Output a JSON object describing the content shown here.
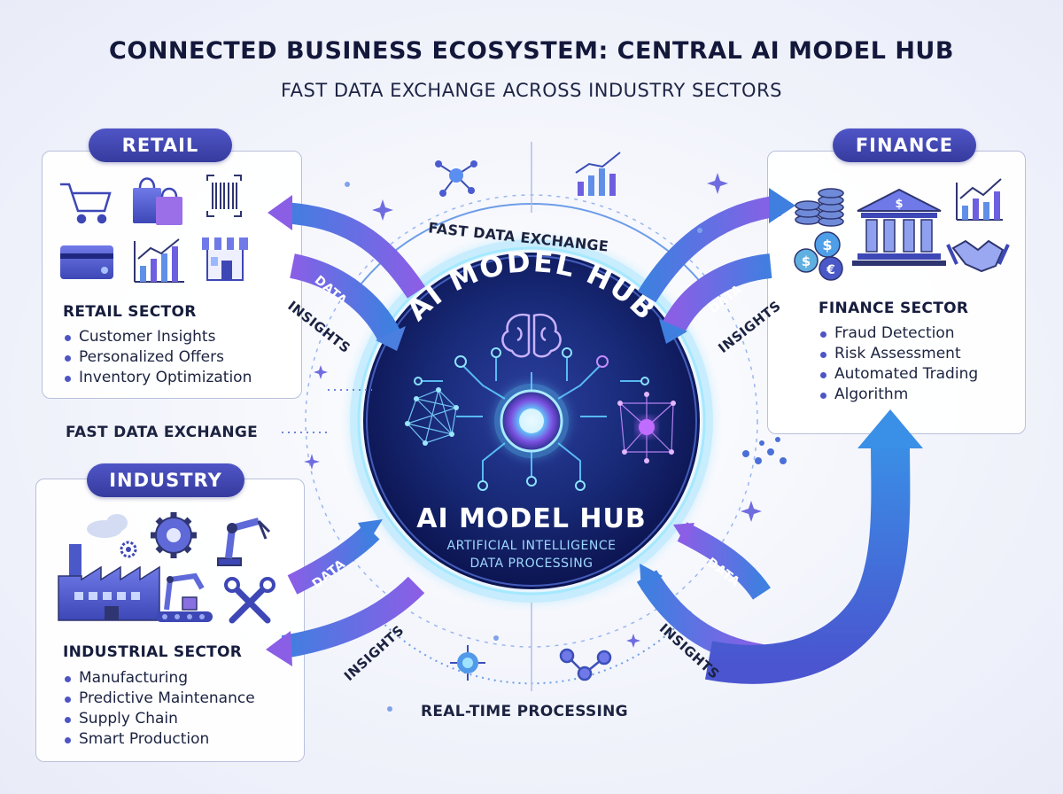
{
  "title": "CONNECTED BUSINESS ECOSYSTEM: CENTRAL AI MODEL HUB",
  "subtitle": "FAST DATA EXCHANGE ACROSS INDUSTRY SECTORS",
  "hub": {
    "arc_label": "AI MODEL HUB",
    "title": "AI MODEL HUB",
    "line1": "ARTIFICIAL INTELLIGENCE",
    "line2": "DATA PROCESSING"
  },
  "labels": {
    "fast_exchange_top": "FAST DATA EXCHANGE",
    "fast_exchange_left": "FAST DATA EXCHANGE",
    "real_time": "REAL-TIME PROCESSING"
  },
  "arrows": {
    "data": "DATA",
    "insights": "INSIGHTS"
  },
  "retail": {
    "pill": "RETAIL",
    "sector_title": "RETAIL SECTOR",
    "items": [
      "Customer Insights",
      "Personalized Offers",
      "Inventory Optimization"
    ]
  },
  "finance": {
    "pill": "FINANCE",
    "sector_title": "FINANCE SECTOR",
    "items": [
      "Fraud Detection",
      "Risk Assessment",
      "Automated Trading",
      "Algorithm"
    ]
  },
  "industry": {
    "pill": "INDUSTRY",
    "sector_title": "INDUSTRIAL SECTOR",
    "items": [
      "Manufacturing",
      "Predictive Maintenance",
      "Supply Chain",
      "Smart Production"
    ]
  },
  "colors": {
    "accent": "#4f55c6",
    "hub_dark": "#0f1a55",
    "glow": "#3fd0ff",
    "arrow_purple": "#7b5be8",
    "arrow_blue": "#3b7fe0"
  }
}
